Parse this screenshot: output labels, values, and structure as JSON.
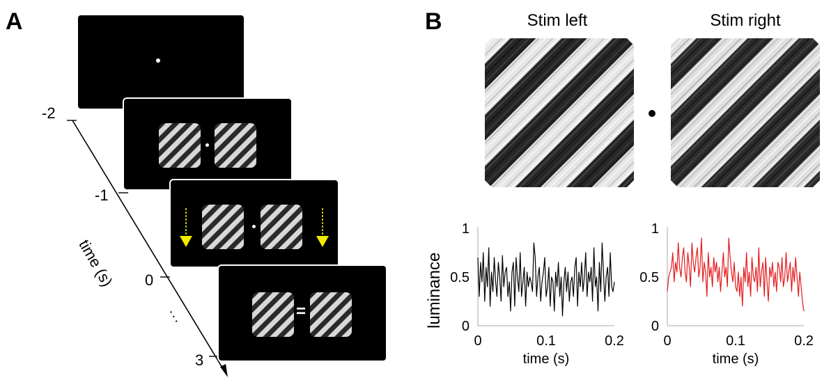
{
  "panels": {
    "a_label": "A",
    "b_label": "B"
  },
  "timeline": {
    "axis_label": "time (s)",
    "ticks": [
      "-2",
      "-1",
      "0",
      "3"
    ],
    "ellipsis": "..."
  },
  "screens": {
    "equals_sign": "="
  },
  "stimuli": {
    "left_title": "Stim left",
    "right_title": "Stim right"
  },
  "colors": {
    "arrow": "#f2ea00",
    "left_trace": "#000000",
    "right_trace": "#e41a1c"
  },
  "chart_data": [
    {
      "type": "line",
      "title": "",
      "xlabel": "time (s)",
      "ylabel": "luminance",
      "xlim": [
        0,
        0.2
      ],
      "ylim": [
        0,
        1
      ],
      "xticks": [
        "0",
        "0.1",
        "0.2"
      ],
      "yticks": [
        "0",
        "0.5",
        "1"
      ],
      "series": [
        {
          "color": "#000000",
          "x": [
            0,
            0.002,
            0.004,
            0.006,
            0.008,
            0.01,
            0.012,
            0.014,
            0.016,
            0.018,
            0.02,
            0.022,
            0.024,
            0.026,
            0.028,
            0.03,
            0.032,
            0.034,
            0.036,
            0.038,
            0.04,
            0.042,
            0.044,
            0.046,
            0.048,
            0.05,
            0.052,
            0.054,
            0.056,
            0.058,
            0.06,
            0.062,
            0.064,
            0.066,
            0.068,
            0.07,
            0.072,
            0.074,
            0.076,
            0.078,
            0.08,
            0.082,
            0.084,
            0.086,
            0.088,
            0.09,
            0.092,
            0.094,
            0.096,
            0.098,
            0.1,
            0.102,
            0.104,
            0.106,
            0.108,
            0.11,
            0.112,
            0.114,
            0.116,
            0.118,
            0.12,
            0.122,
            0.124,
            0.126,
            0.128,
            0.13,
            0.132,
            0.134,
            0.136,
            0.138,
            0.14,
            0.142,
            0.144,
            0.146,
            0.148,
            0.15,
            0.152,
            0.154,
            0.156,
            0.158,
            0.16,
            0.162,
            0.164,
            0.166,
            0.168,
            0.17,
            0.172,
            0.174,
            0.176,
            0.178,
            0.18,
            0.182,
            0.184,
            0.186,
            0.188,
            0.19,
            0.192,
            0.194,
            0.196,
            0.198,
            0.2
          ],
          "y": [
            0.7,
            0.3,
            0.65,
            0.45,
            0.75,
            0.25,
            0.6,
            0.4,
            0.8,
            0.2,
            0.55,
            0.35,
            0.7,
            0.45,
            0.3,
            0.65,
            0.5,
            0.25,
            0.72,
            0.4,
            0.55,
            0.6,
            0.3,
            0.45,
            0.15,
            0.55,
            0.65,
            0.2,
            0.7,
            0.5,
            0.35,
            0.75,
            0.3,
            0.45,
            0.6,
            0.2,
            0.55,
            0.4,
            0.5,
            0.45,
            0.35,
            0.85,
            0.7,
            0.3,
            0.5,
            0.6,
            0.25,
            0.45,
            0.55,
            0.7,
            0.3,
            0.4,
            0.6,
            0.2,
            0.5,
            0.45,
            0.15,
            0.55,
            0.4,
            0.65,
            0.3,
            0.5,
            0.1,
            0.45,
            0.6,
            0.35,
            0.55,
            0.25,
            0.45,
            0.5,
            0.3,
            0.6,
            0.7,
            0.2,
            0.55,
            0.4,
            0.65,
            0.35,
            0.5,
            0.75,
            0.3,
            0.55,
            0.45,
            0.6,
            0.25,
            0.8,
            0.4,
            0.5,
            0.15,
            0.65,
            0.35,
            0.85,
            0.55,
            0.25,
            0.5,
            0.6,
            0.3,
            0.75,
            0.4,
            0.35,
            0.45
          ]
        }
      ]
    },
    {
      "type": "line",
      "title": "",
      "xlabel": "time (s)",
      "ylabel": "",
      "xlim": [
        0,
        0.2
      ],
      "ylim": [
        0,
        1
      ],
      "xticks": [
        "0",
        "0.1",
        "0.2"
      ],
      "yticks": [
        "0",
        "0.5",
        "1"
      ],
      "series": [
        {
          "color": "#e41a1c",
          "x": [
            0,
            0.002,
            0.004,
            0.006,
            0.008,
            0.01,
            0.012,
            0.014,
            0.016,
            0.018,
            0.02,
            0.022,
            0.024,
            0.026,
            0.028,
            0.03,
            0.032,
            0.034,
            0.036,
            0.038,
            0.04,
            0.042,
            0.044,
            0.046,
            0.048,
            0.05,
            0.052,
            0.054,
            0.056,
            0.058,
            0.06,
            0.062,
            0.064,
            0.066,
            0.068,
            0.07,
            0.072,
            0.074,
            0.076,
            0.078,
            0.08,
            0.082,
            0.084,
            0.086,
            0.088,
            0.09,
            0.092,
            0.094,
            0.096,
            0.098,
            0.1,
            0.102,
            0.104,
            0.106,
            0.108,
            0.11,
            0.112,
            0.114,
            0.116,
            0.118,
            0.12,
            0.122,
            0.124,
            0.126,
            0.128,
            0.13,
            0.132,
            0.134,
            0.136,
            0.138,
            0.14,
            0.142,
            0.144,
            0.146,
            0.148,
            0.15,
            0.152,
            0.154,
            0.156,
            0.158,
            0.16,
            0.162,
            0.164,
            0.166,
            0.168,
            0.17,
            0.172,
            0.174,
            0.176,
            0.178,
            0.18,
            0.182,
            0.184,
            0.186,
            0.188,
            0.19,
            0.192,
            0.194,
            0.196,
            0.198,
            0.2
          ],
          "y": [
            0.35,
            0.5,
            0.55,
            0.6,
            0.75,
            0.45,
            0.65,
            0.55,
            0.85,
            0.6,
            0.5,
            0.7,
            0.8,
            0.55,
            0.45,
            0.75,
            0.6,
            0.4,
            0.85,
            0.65,
            0.55,
            0.7,
            0.8,
            0.5,
            0.6,
            0.9,
            0.45,
            0.65,
            0.55,
            0.3,
            0.75,
            0.5,
            0.6,
            0.4,
            0.7,
            0.55,
            0.65,
            0.45,
            0.6,
            0.35,
            0.55,
            0.75,
            0.5,
            0.6,
            0.4,
            0.9,
            0.7,
            0.55,
            0.45,
            0.65,
            0.4,
            0.35,
            0.55,
            0.3,
            0.5,
            0.2,
            0.6,
            0.45,
            0.75,
            0.4,
            0.55,
            0.3,
            0.7,
            0.5,
            0.45,
            0.6,
            0.35,
            0.8,
            0.4,
            0.55,
            0.65,
            0.3,
            0.7,
            0.45,
            0.25,
            0.6,
            0.5,
            0.65,
            0.4,
            0.55,
            0.35,
            0.65,
            0.6,
            0.45,
            0.7,
            0.4,
            0.5,
            0.75,
            0.45,
            0.55,
            0.65,
            0.35,
            0.6,
            0.45,
            0.7,
            0.5,
            0.3,
            0.55,
            0.4,
            0.25,
            0.15
          ]
        }
      ]
    }
  ]
}
